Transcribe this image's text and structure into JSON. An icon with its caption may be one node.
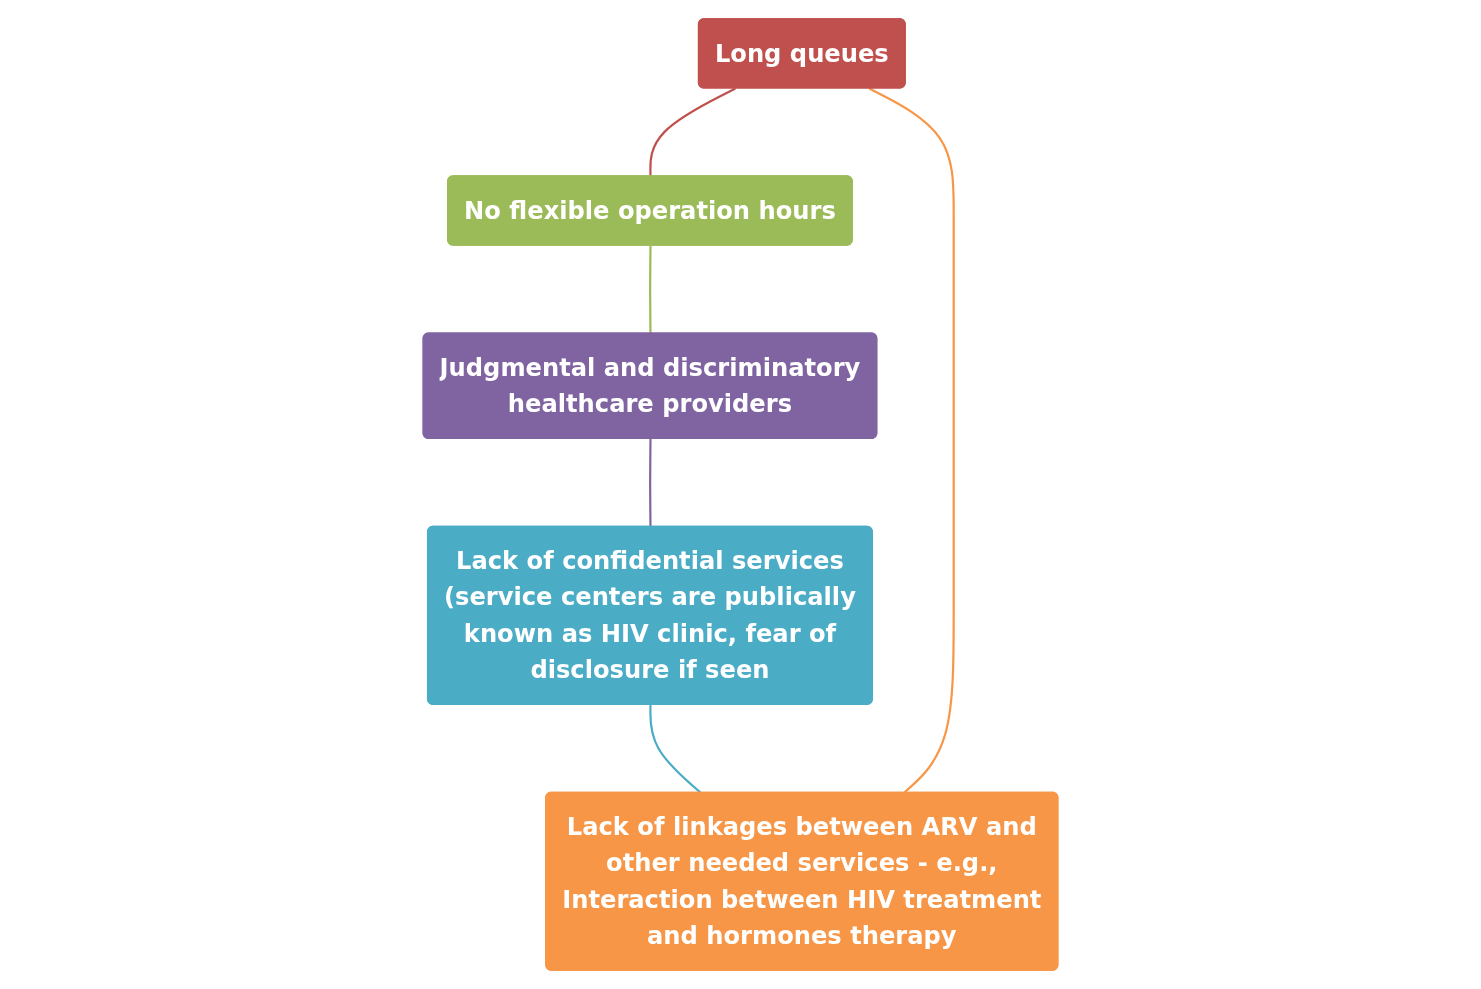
{
  "diagram": {
    "nodes": [
      {
        "text": [
          "Long queues"
        ]
      },
      {
        "text": [
          "Lack of linkages between ARV and other needed services - e.g., Interaction between HIV treatment and hormones therapy"
        ]
      },
      {
        "text": [
          "No flexible operation hours"
        ]
      },
      {
        "text": [
          "Lack of confidential services (service centers are publically known as HIV clinic, fear of disclosure if seen"
        ]
      },
      {
        "text": [
          "Judgmental and discriminatory healthcare providers"
        ]
      }
    ],
    "edges": [
      {
        "from": 0,
        "to": 2,
        "arrow": "none",
        "color": "#c0504d"
      },
      {
        "from": 2,
        "to": 4,
        "arrow": "none",
        "color": "#9bbb59"
      },
      {
        "from": 4,
        "to": 3,
        "arrow": "none",
        "color": "#8064a2"
      },
      {
        "from": 3,
        "to": 1,
        "arrow": "none",
        "color": "#4bacc6"
      },
      {
        "from": 1,
        "to": 0,
        "arrow": "none",
        "color": "#f79646"
      }
    ]
  }
}
